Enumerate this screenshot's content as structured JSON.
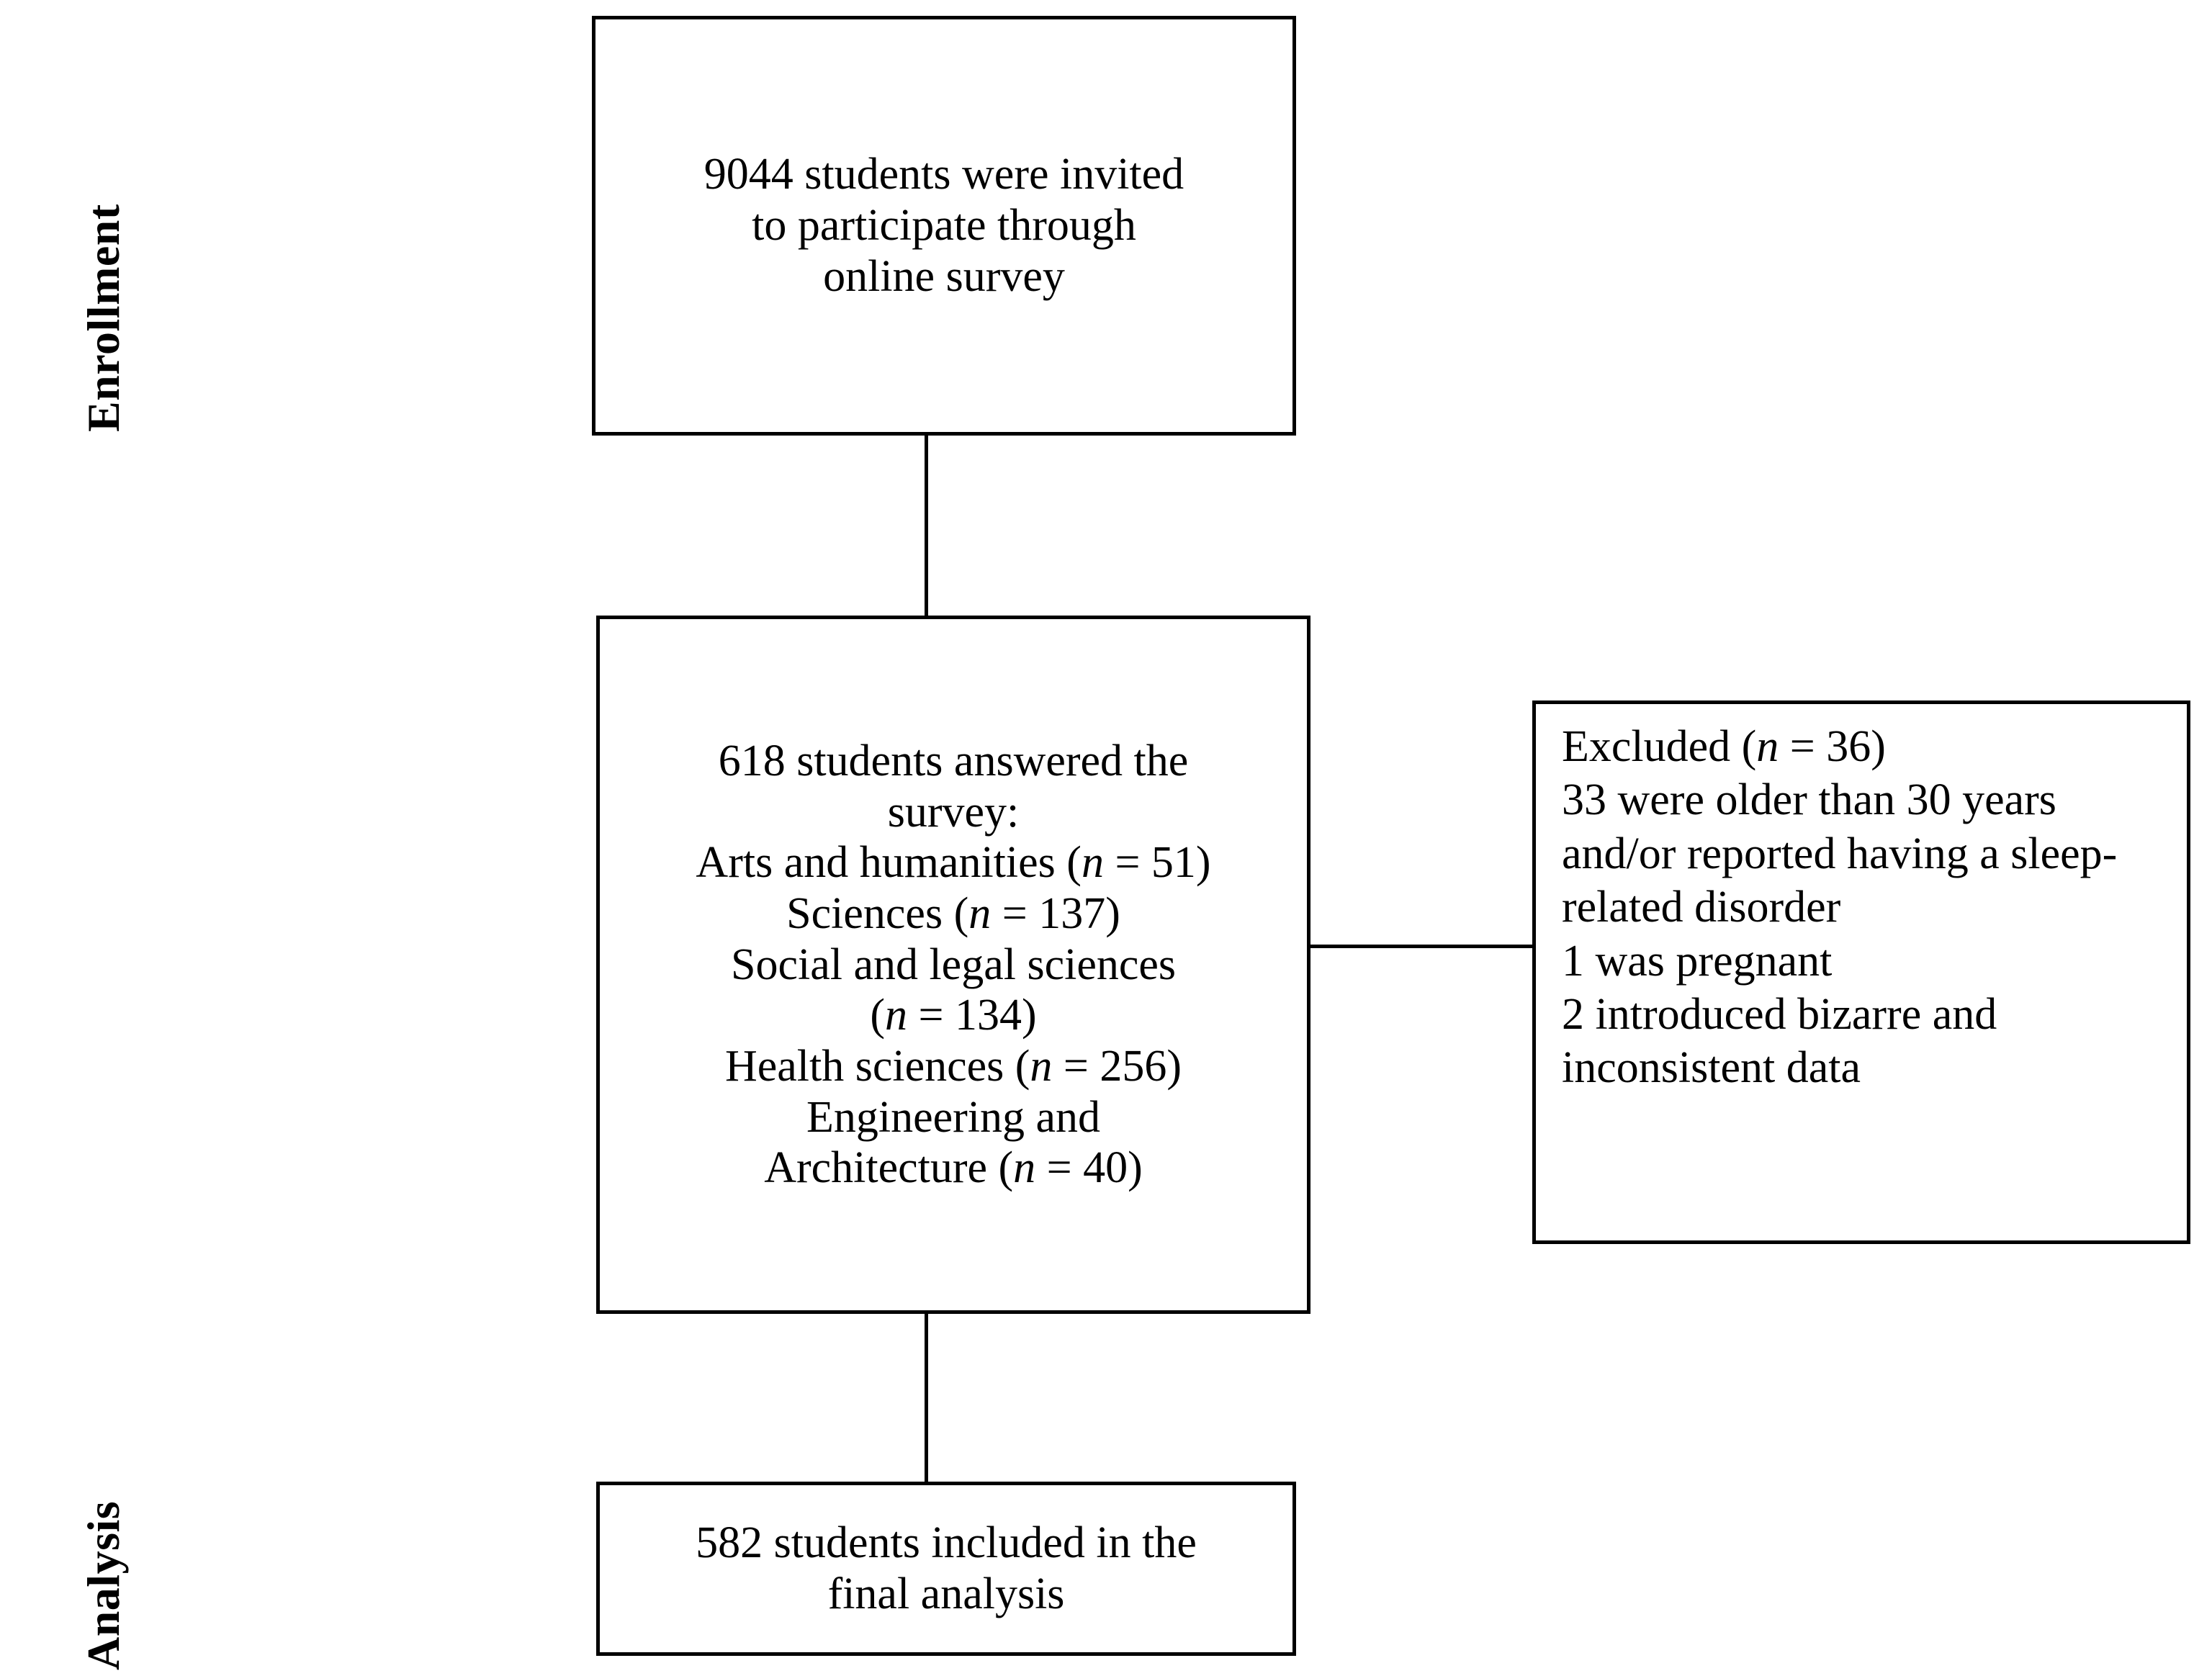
{
  "figure": {
    "type": "participant-flow-diagram",
    "stage_labels": [
      {
        "name": "enrollment",
        "text": "Enrollment"
      },
      {
        "name": "analysis",
        "text": "Analysis"
      }
    ],
    "boxes": {
      "invited": {
        "name": "invited-box",
        "lines": [
          "9044 students were invited",
          "to participate through",
          "online survey"
        ],
        "count": "9044"
      },
      "answered": {
        "name": "answered-box",
        "lines": [
          "618 students answered the",
          "survey:"
        ],
        "count": "618",
        "breakdown": [
          {
            "field": "Arts and humanities",
            "n": "51",
            "text": "Arts and humanities (n = 51)"
          },
          {
            "field": "Sciences",
            "n": "137",
            "text": "Sciences (n = 137)"
          },
          {
            "field": "Social and legal sciences",
            "n": "134",
            "text_line1": "Social and legal sciences",
            "text_line2": "(n = 134)"
          },
          {
            "field": "Health sciences",
            "n": "256",
            "text": "Health sciences (n = 256)"
          },
          {
            "field": "Engineering and Architecture",
            "n": "40",
            "text_line1": "Engineering and",
            "text_line2": "Architecture (n = 40)"
          }
        ]
      },
      "excluded": {
        "name": "excluded-box",
        "heading": "Excluded (n = 36)",
        "heading_n": "36",
        "reasons": [
          "33 were older than 30 years and/or reported having a sleep-related disorder",
          "1 was pregnant",
          "2 introduced bizarre and inconsistent data"
        ]
      },
      "included": {
        "name": "included-box",
        "lines": [
          "582 students included in the",
          "final analysis"
        ],
        "count": "582"
      }
    },
    "colors": {
      "stroke": "#000000",
      "background": "#ffffff",
      "text": "#000000"
    }
  }
}
